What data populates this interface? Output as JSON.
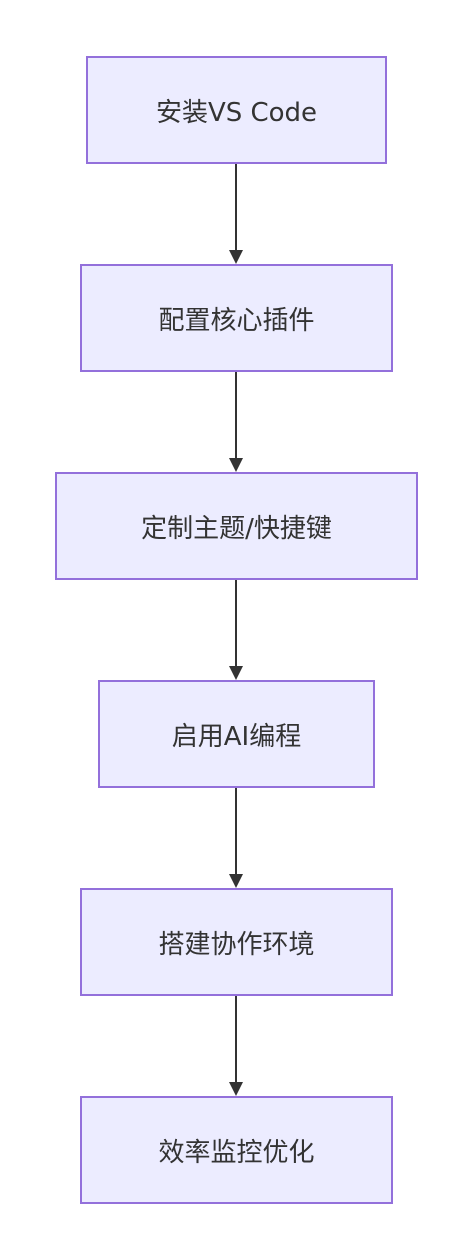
{
  "flowchart": {
    "nodes": [
      {
        "label": "安装VS Code"
      },
      {
        "label": "配置核心插件"
      },
      {
        "label": "定制主题/快捷键"
      },
      {
        "label": "启用AI编程"
      },
      {
        "label": "搭建协作环境"
      },
      {
        "label": "效率监控优化"
      }
    ],
    "edges": [
      {
        "from": 0,
        "to": 1
      },
      {
        "from": 1,
        "to": 2
      },
      {
        "from": 2,
        "to": 3
      },
      {
        "from": 3,
        "to": 4
      },
      {
        "from": 4,
        "to": 5
      }
    ]
  },
  "colors": {
    "node_fill": "#ececff",
    "node_border": "#9370db",
    "edge": "#333333",
    "text": "#333333"
  }
}
